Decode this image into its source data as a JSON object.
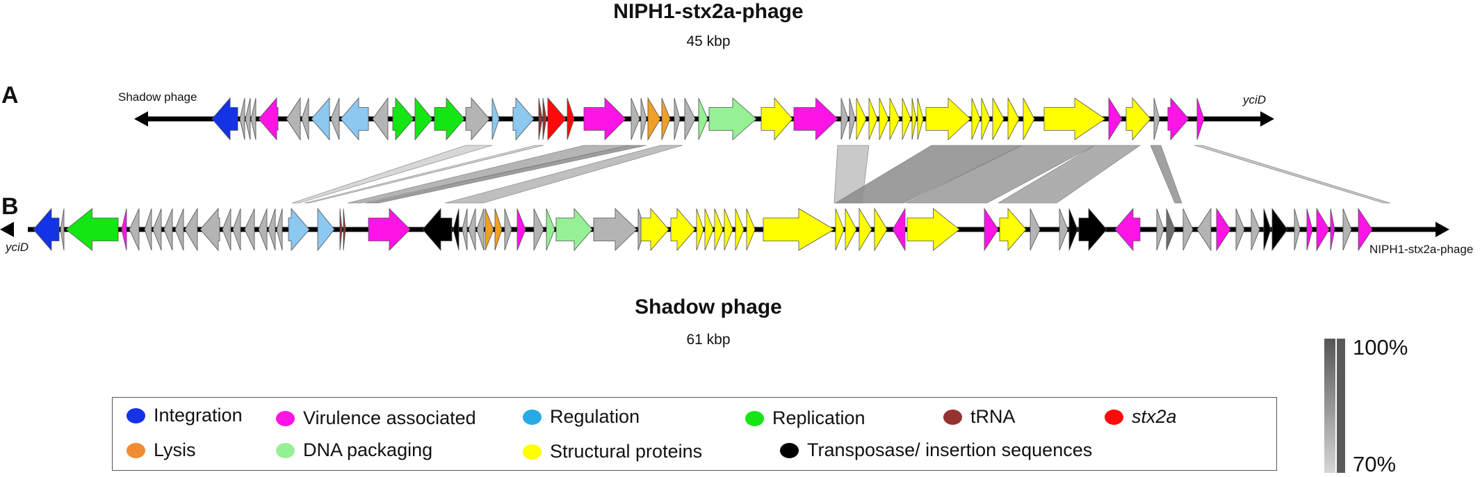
{
  "phage_a": {
    "letter": "A",
    "title": "NIPH1-stx2a-phage",
    "size": "45 kbp",
    "left_label": "Shadow phage",
    "right_label": "yciD"
  },
  "phage_b": {
    "letter": "B",
    "title": "Shadow phage",
    "size": "61 kbp",
    "left_label": "yciD",
    "right_label": "NIPH1-stx2a-phage"
  },
  "legend": [
    {
      "key": "integration",
      "label": "Integration",
      "color": "#1432e6",
      "italic": false
    },
    {
      "key": "virulence",
      "label": "Virulence associated",
      "color": "#ff14e6",
      "italic": false
    },
    {
      "key": "regulation",
      "label": "Regulation",
      "color": "#28aae6",
      "italic": false
    },
    {
      "key": "replication",
      "label": "Replication",
      "color": "#14e614",
      "italic": false
    },
    {
      "key": "trna",
      "label": "tRNA",
      "color": "#963232",
      "italic": false
    },
    {
      "key": "stx2a",
      "label": "stx2a",
      "color": "#ff0a0a",
      "italic": true
    },
    {
      "key": "lysis",
      "label": "Lysis",
      "color": "#f08c32",
      "italic": false
    },
    {
      "key": "dna_packaging",
      "label": "DNA packaging",
      "color": "#96f096",
      "italic": false
    },
    {
      "key": "structural",
      "label": "Structural proteins",
      "color": "#ffff00",
      "italic": false
    },
    {
      "key": "transposase",
      "label": "Transposase/ insertion sequences",
      "color": "#000000",
      "italic": false
    }
  ],
  "gene_colors": {
    "hypothetical": "#b4b4b4",
    "integration": "#1432e6",
    "virulence": "#ff14e6",
    "regulation": "#8cc8f0",
    "replication": "#14e614",
    "trna": "#963232",
    "stx2a": "#ff0a0a",
    "lysis": "#f0a028",
    "dna_packaging": "#96f096",
    "structural": "#ffff00",
    "transposase": "#000000",
    "dark": "#6e6e6e"
  },
  "scale": {
    "max_label": "100%",
    "min_label": "70%"
  }
}
